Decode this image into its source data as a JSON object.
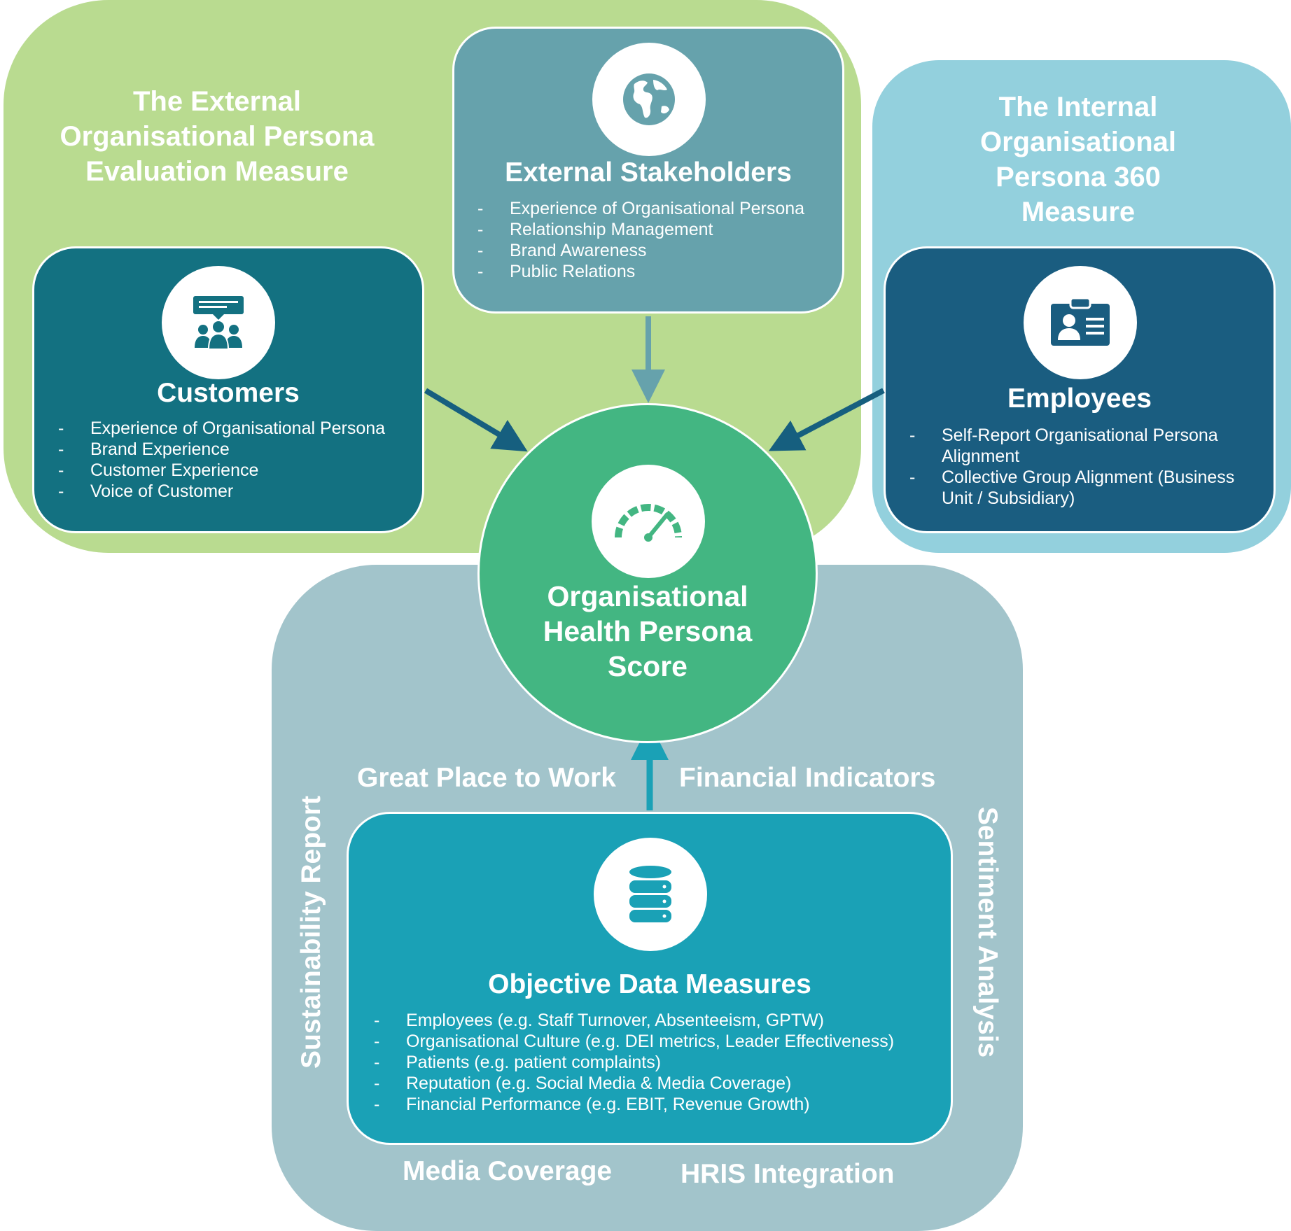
{
  "zones": {
    "external_title": "The External Organisational Persona Evaluation Measure",
    "internal_title": "The Internal Organisational Persona 360 Measure"
  },
  "customers": {
    "title": "Customers",
    "items": [
      "Experience of Organisational Persona",
      "Brand Experience",
      "Customer Experience",
      "Voice of Customer"
    ]
  },
  "external_stakeholders": {
    "title": "External Stakeholders",
    "items": [
      "Experience of Organisational Persona",
      "Relationship Management",
      "Brand Awareness",
      "Public Relations"
    ]
  },
  "employees": {
    "title": "Employees",
    "items": [
      "Self-Report Organisational Persona Alignment",
      "Collective Group Alignment (Business Unit / Subsidiary)"
    ]
  },
  "center": {
    "title": "Organisational Health Persona Score"
  },
  "objective": {
    "title": "Objective Data Measures",
    "items": [
      "Employees (e.g. Staff Turnover, Absenteeism, GPTW)",
      "Organisational Culture (e.g. DEI metrics, Leader Effectiveness)",
      "Patients (e.g. patient complaints)",
      "Reputation (e.g. Social Media & Media Coverage)",
      "Financial Performance (e.g. EBIT, Revenue Growth)"
    ]
  },
  "data_sources": {
    "top_left": "Great Place to Work",
    "top_right": "Financial Indicators",
    "left": "Sustainability Report",
    "right": "Sentiment Analysis",
    "bottom_left": "Media Coverage",
    "bottom_right": "HRIS Integration"
  },
  "colors": {
    "external_zone": "#b9db90",
    "internal_zone": "#93d0dd",
    "objective_zone": "#a2c4cb",
    "customers_card": "#137181",
    "stakeholders_card": "#66a2ac",
    "employees_card": "#1a5d80",
    "objective_card": "#1aa1b6",
    "center_circle": "#43b682"
  },
  "icons": {
    "customers": "audience-presentation-icon",
    "external_stakeholders": "globe-icon",
    "employees": "id-badge-icon",
    "center": "speedometer-icon",
    "objective": "database-icon"
  }
}
